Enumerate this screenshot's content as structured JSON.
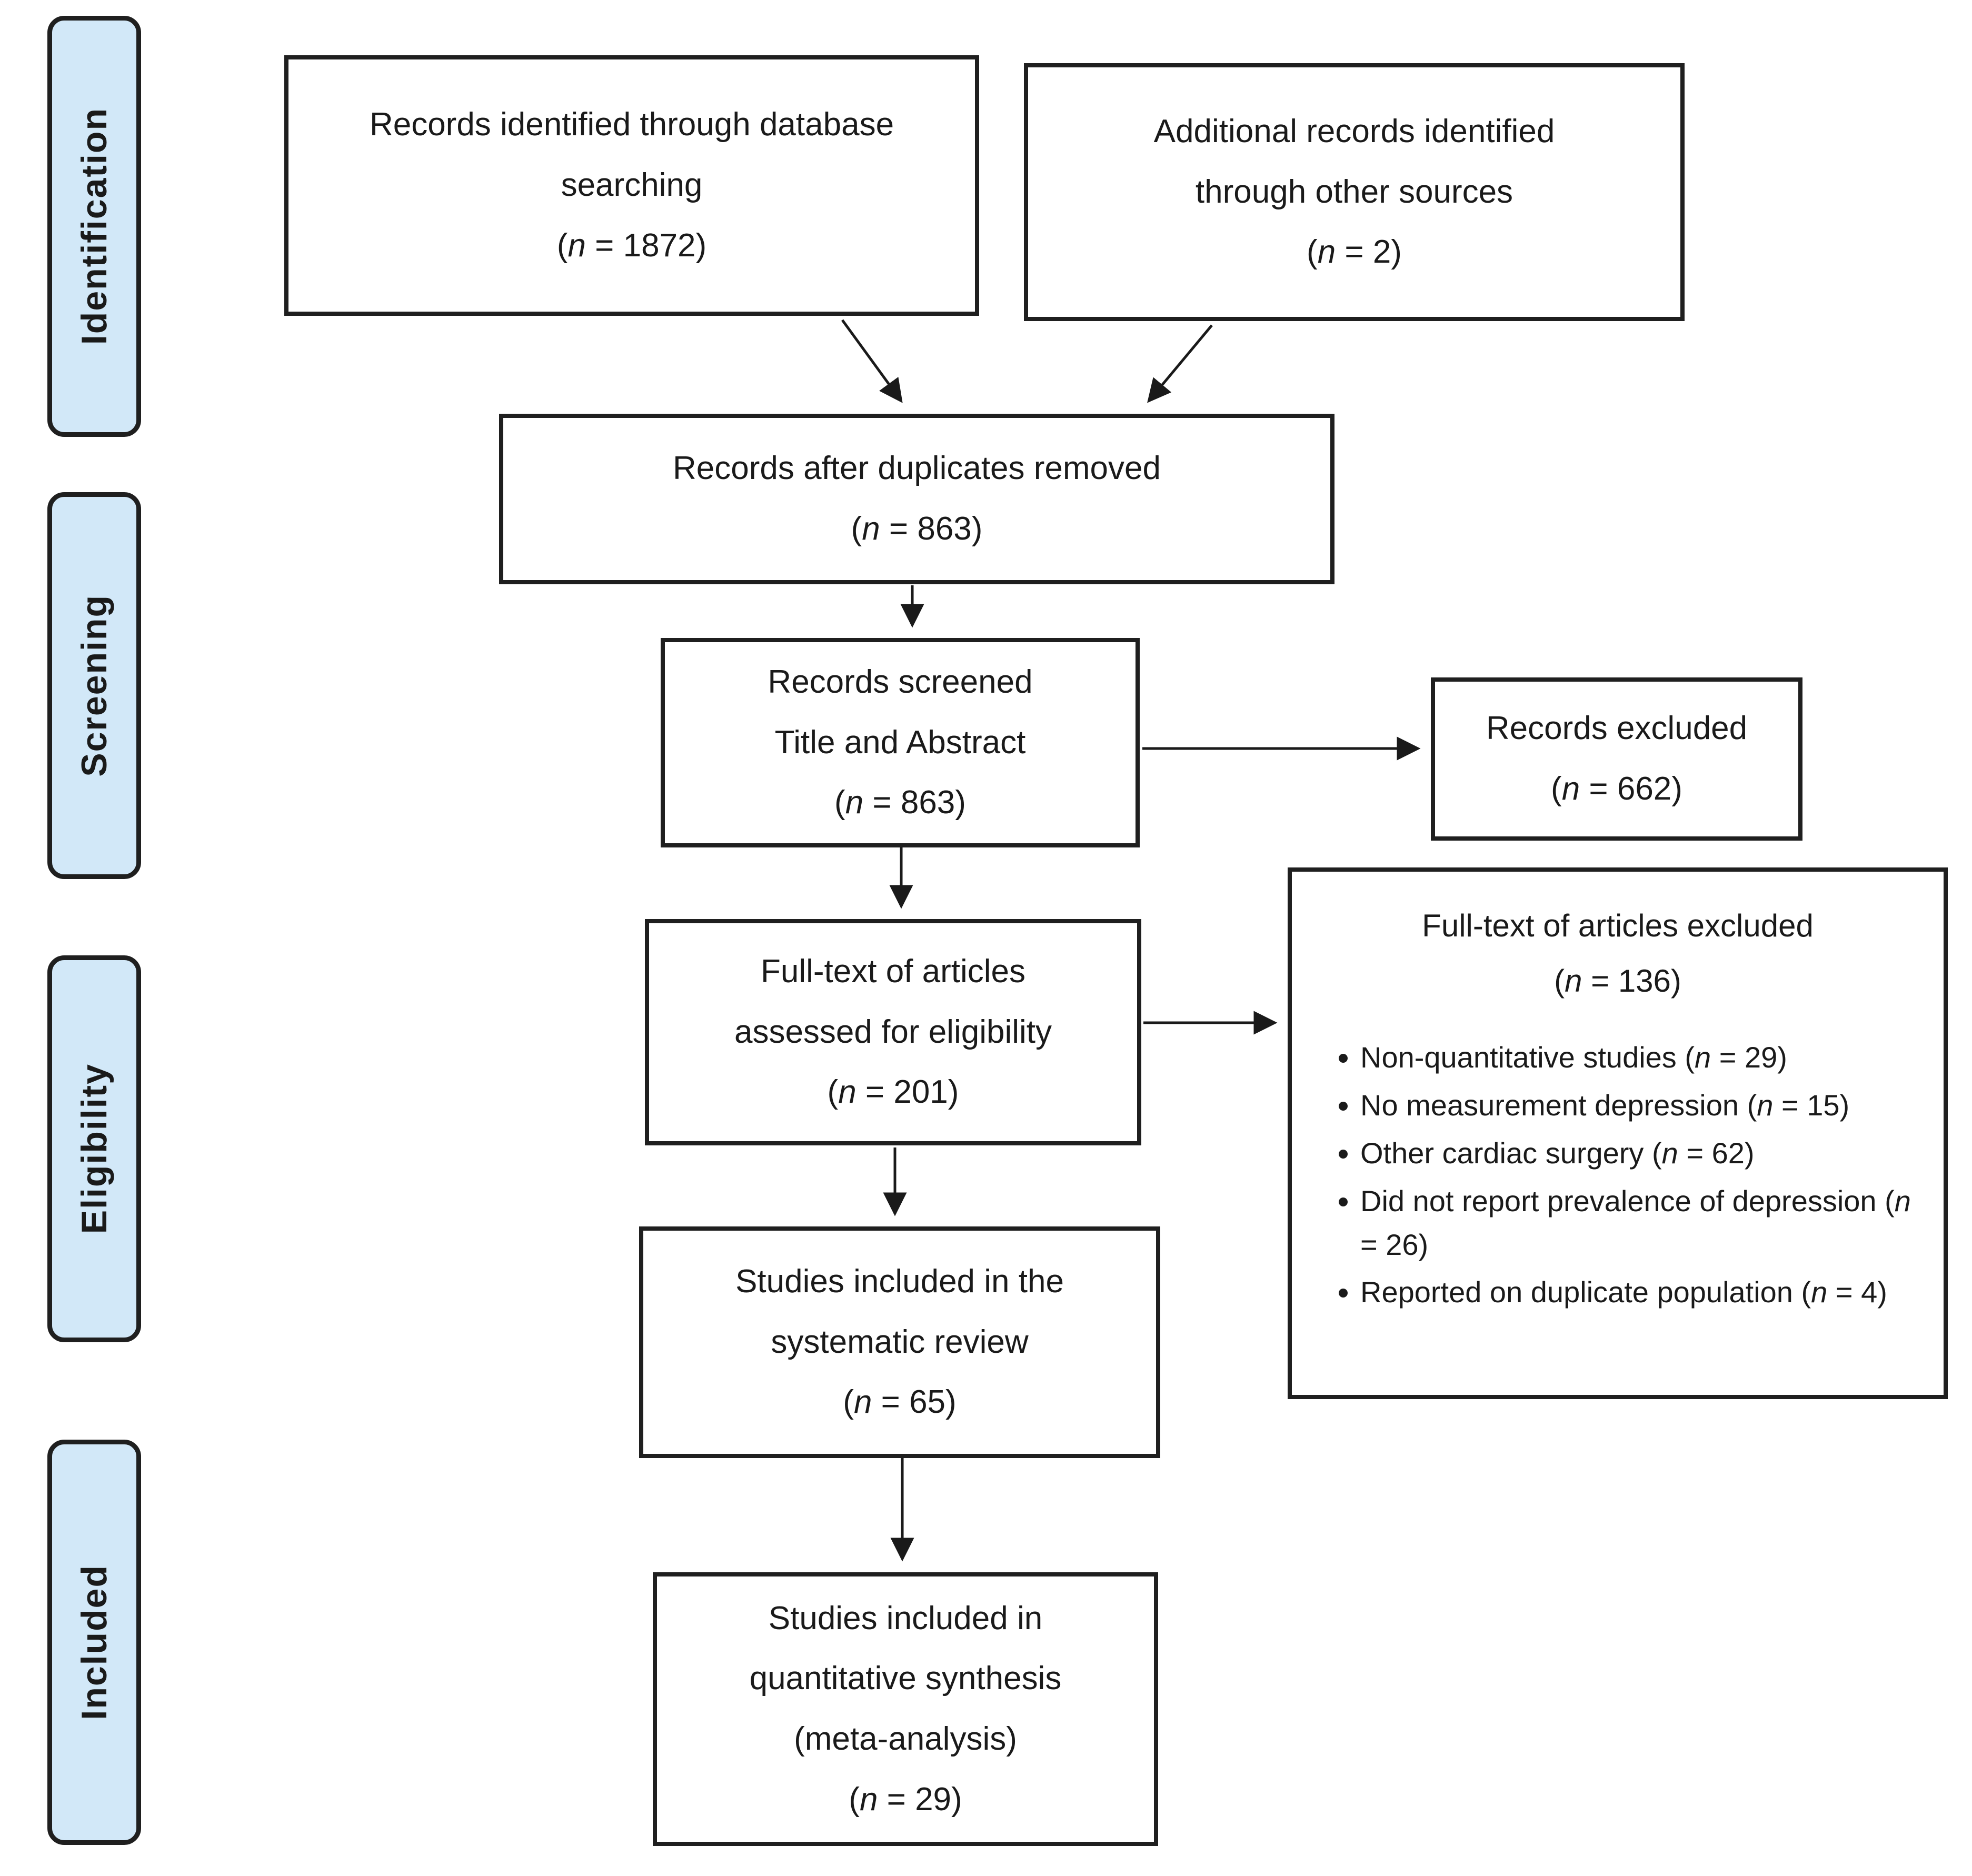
{
  "stages": [
    {
      "label": "Identification"
    },
    {
      "label": "Screening"
    },
    {
      "label": "Eligibility"
    },
    {
      "label": "Included"
    }
  ],
  "boxes": {
    "identified": {
      "lines": [
        "Records identified through database",
        "searching",
        "(n = 1872)"
      ]
    },
    "additional": {
      "lines": [
        "Additional records identified",
        "through other sources",
        "(n = 2)"
      ]
    },
    "deduplicated": {
      "lines": [
        "Records after duplicates removed",
        "(n = 863)"
      ]
    },
    "screened": {
      "lines": [
        "Records screened",
        "Title and Abstract",
        "(n = 863)"
      ]
    },
    "records_excluded": {
      "lines": [
        "Records excluded",
        "(n = 662)"
      ]
    },
    "fulltext_assessed": {
      "lines": [
        "Full-text of articles",
        "assessed for eligibility",
        "(n = 201)"
      ]
    },
    "fulltext_excluded": {
      "lines": [
        "Full-text of articles excluded",
        "(n = 136)"
      ],
      "bullets": [
        "Non-quantitative studies (n = 29)",
        "No measurement depression (n = 15)",
        "Other cardiac surgery (n = 62)",
        "Did not report prevalence of depression (n = 26)",
        "Reported on duplicate population (n = 4)"
      ]
    },
    "included_review": {
      "lines": [
        "Studies included in the",
        "systematic review",
        "(n = 65)"
      ]
    },
    "included_meta": {
      "lines": [
        "Studies included in",
        "quantitative synthesis",
        "(meta-analysis)",
        "(n = 29)"
      ]
    }
  },
  "colors": {
    "stage_fill": "#d2e8f8",
    "stage_border": "#1f1f1f",
    "box_border": "#1f1f1f",
    "ink": "#1a1a1a",
    "arrow": "#1a1a1a",
    "bg": "#ffffff"
  }
}
